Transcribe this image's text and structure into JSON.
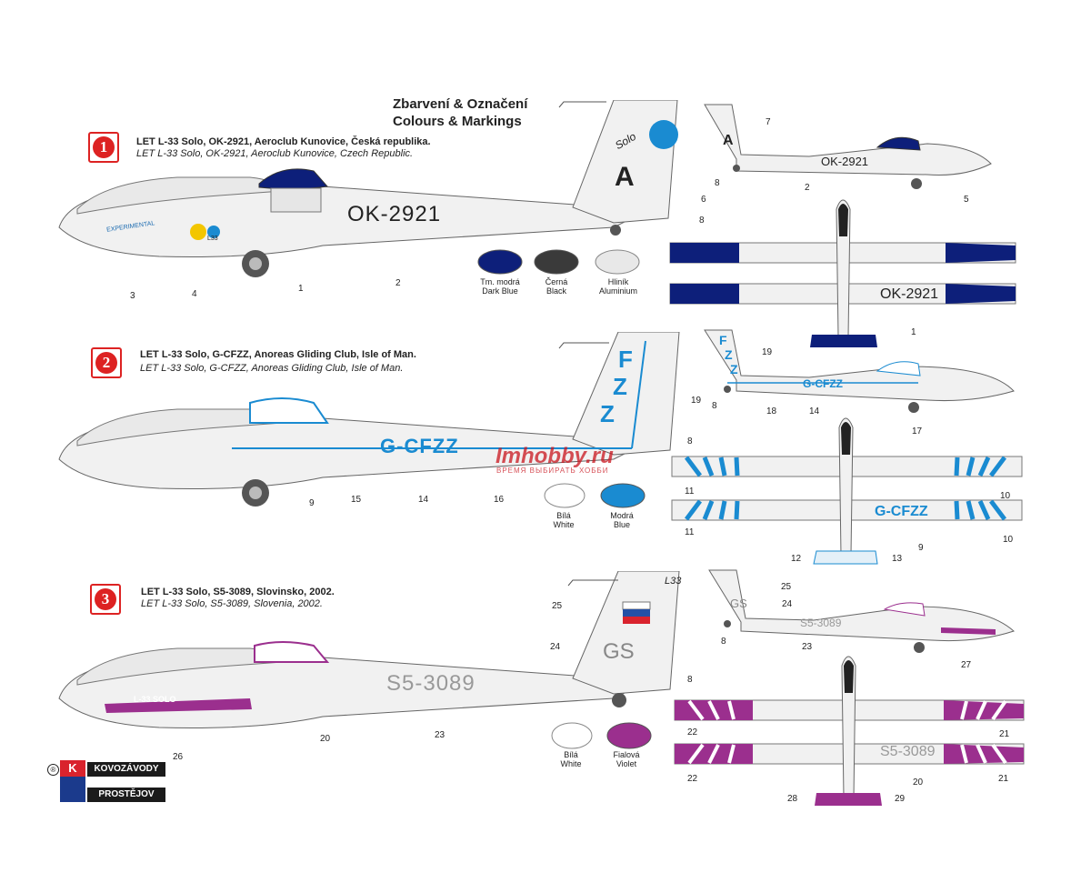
{
  "header": {
    "line1": "Zbarvení & Označení",
    "line2": "Colours & Markings"
  },
  "schemes": [
    {
      "number": "1",
      "title_cz": "LET  L-33 Solo, OK-2921, Aeroclub Kunovice, Česká republika.",
      "title_en": "LET  L-33 Solo, OK-2921, Aeroclub Kunovice, Czech Republic.",
      "registration": "OK-2921",
      "tail_letter": "A",
      "tail_script": "Solo",
      "nose_text": "EXPERIMENTAL",
      "small_tag": "L33",
      "callouts_side": [
        "1",
        "2",
        "3",
        "4",
        "6",
        "8"
      ],
      "callouts_small": [
        "7",
        "8",
        "2",
        "5"
      ],
      "callouts_top": [
        "1"
      ],
      "colors": [
        {
          "name_cz": "Tm. modrá",
          "name_en": "Dark Blue",
          "hex": "#0d1f7a"
        },
        {
          "name_cz": "Černá",
          "name_en": "Black",
          "hex": "#3a3a3a"
        },
        {
          "name_cz": "Hliník",
          "name_en": "Aluminium",
          "hex": "#e8e8e8"
        }
      ]
    },
    {
      "number": "2",
      "title_cz": "LET  L-33 Solo, G-CFZZ, Anoreas Gliding Club, Isle of Man.",
      "title_en": "LET  L-33 Solo, G-CFZZ, Anoreas Gliding Club, Isle of Man.",
      "registration": "G-CFZZ",
      "tail_letters": [
        "F",
        "Z",
        "Z"
      ],
      "callouts_side": [
        "19",
        "8",
        "9",
        "15",
        "14",
        "16"
      ],
      "callouts_small": [
        "19",
        "8",
        "18",
        "14",
        "17"
      ],
      "callouts_top": [
        "11",
        "10",
        "11",
        "9",
        "10",
        "12",
        "13"
      ],
      "colors": [
        {
          "name_cz": "Bílá",
          "name_en": "White",
          "hex": "#ffffff"
        },
        {
          "name_cz": "Modrá",
          "name_en": "Blue",
          "hex": "#1a8bd1"
        }
      ]
    },
    {
      "number": "3",
      "title_cz": "LET  L-33 Solo, S5-3089, Slovinsko, 2002.",
      "title_en": "LET  L-33 Solo, S5-3089, Slovenia, 2002.",
      "registration": "S5-3089",
      "tail_code": "GS",
      "tail_type": "L33",
      "fuselage_text": "L-33 SOLO",
      "callouts_side": [
        "25",
        "24",
        "8",
        "20",
        "23",
        "26"
      ],
      "callouts_small": [
        "25",
        "24",
        "8",
        "23",
        "27"
      ],
      "callouts_top": [
        "22",
        "21",
        "22",
        "20",
        "21",
        "28",
        "29"
      ],
      "colors": [
        {
          "name_cz": "Bílá",
          "name_en": "White",
          "hex": "#ffffff"
        },
        {
          "name_cz": "Fialová",
          "name_en": "Violet",
          "hex": "#9b2f8e"
        }
      ]
    }
  ],
  "watermark": {
    "brand": "Imhobby.ru",
    "slogan": "ВРЕМЯ ВЫБИРАТЬ ХОББИ"
  },
  "logo": {
    "line1": "KOVOZÁVODY",
    "line2": "PROSTĚJOV",
    "mark": "K"
  }
}
